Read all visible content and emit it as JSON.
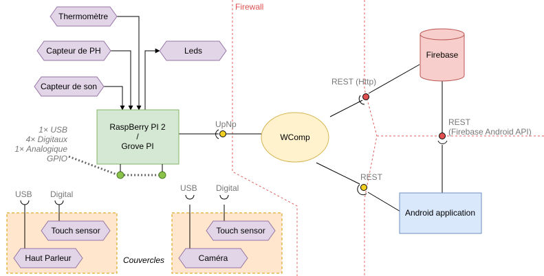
{
  "firewall": {
    "label": "Firewall"
  },
  "sensors": {
    "thermometre": "Thermomètre",
    "ph": "Capteur de PH",
    "son": "Capteur de son",
    "leds": "Leds"
  },
  "raspberry": {
    "line1": "RaspBerry PI 2",
    "line2": "/",
    "line3": "Grove PI"
  },
  "io_note": {
    "line1": "1× USB",
    "line2": "4× Digitaux",
    "line3": "1× Analogique",
    "line4": "GPIO"
  },
  "upnp": {
    "label": "UpNp"
  },
  "wcomp": {
    "label": "WComp"
  },
  "firebase": {
    "label": "Firebase"
  },
  "android": {
    "label": "Android application"
  },
  "rest_http": {
    "label": "REST (Http)"
  },
  "rest_firebase": {
    "line1": "REST",
    "line2": "(Firebase Android API)"
  },
  "rest_android": {
    "label": "REST"
  },
  "couvercles": {
    "label": "Couvercles"
  },
  "left_group": {
    "usb": "USB",
    "digital": "Digital",
    "touch": "Touch sensor",
    "speaker": "Haut Parleur"
  },
  "right_group": {
    "usb": "USB",
    "digital": "Digital",
    "touch": "Touch sensor",
    "camera": "Caméra"
  },
  "colors": {
    "sensor_fill": "#e1d5e7",
    "sensor_stroke": "#9673a6",
    "pi_fill": "#d5e8d4",
    "pi_stroke": "#82b366",
    "wcomp_fill": "#fff2cc",
    "wcomp_stroke": "#d6b656",
    "firebase_fill": "#f8cecc",
    "firebase_stroke": "#b85450",
    "android_fill": "#dae8fc",
    "android_stroke": "#6c8ebf",
    "group_fill": "#ffe6cc",
    "group_stroke": "#d79b00",
    "firewall": "#e06060"
  }
}
